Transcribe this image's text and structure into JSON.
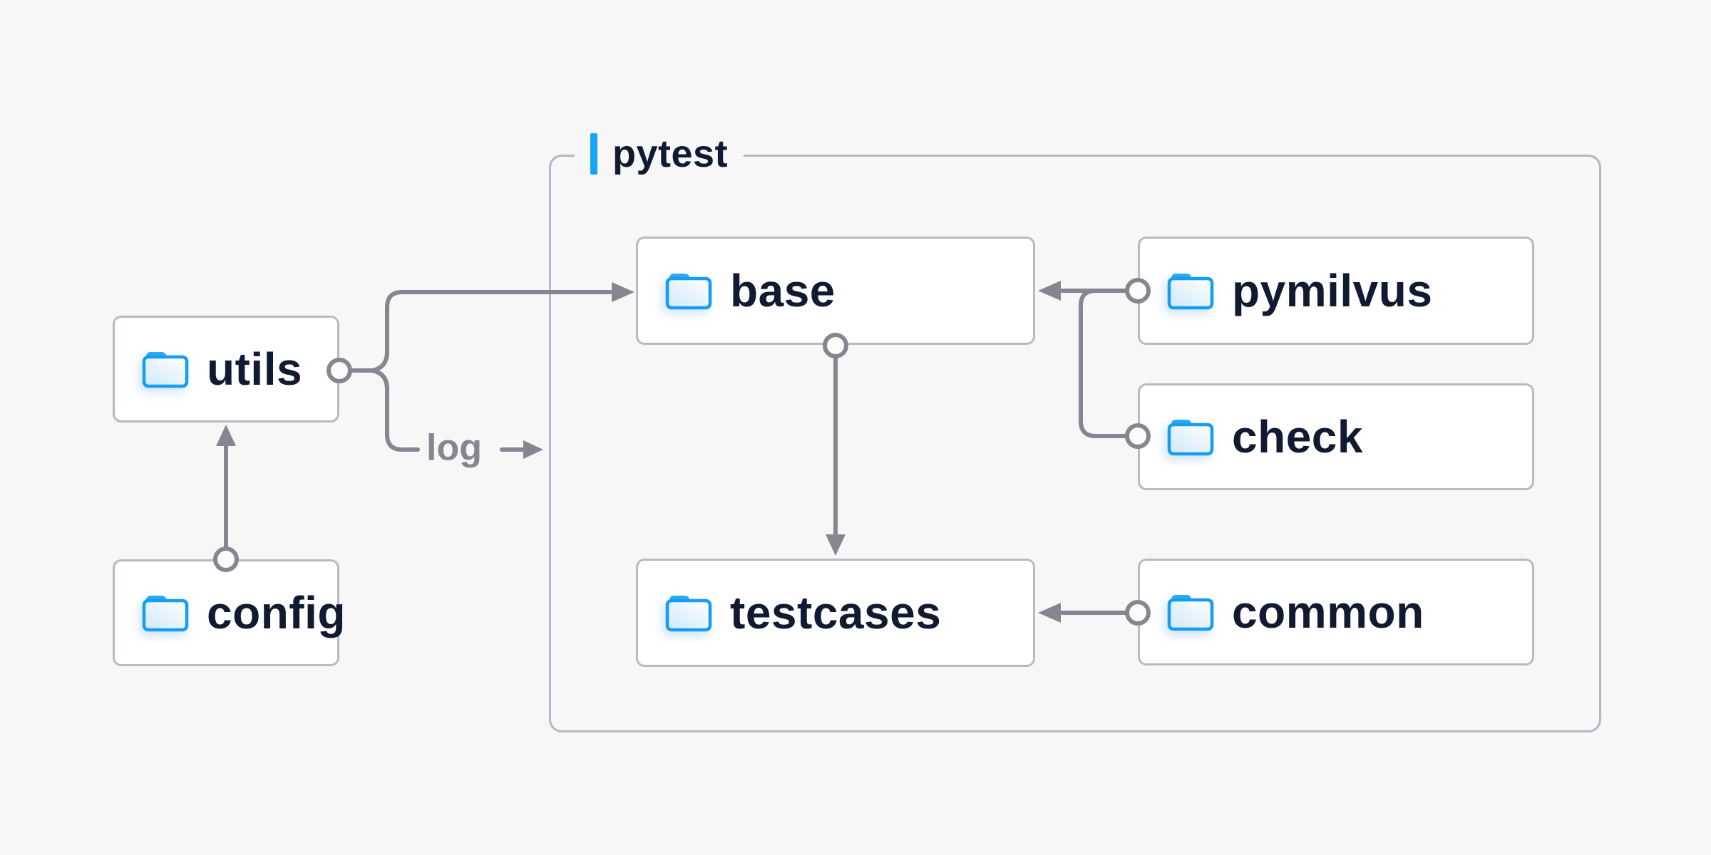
{
  "diagram": {
    "group": {
      "label": "pytest"
    },
    "nodes": {
      "utils": {
        "label": "utils"
      },
      "config": {
        "label": "config"
      },
      "base": {
        "label": "base"
      },
      "pymilvus": {
        "label": "pymilvus"
      },
      "check": {
        "label": "check"
      },
      "testcases": {
        "label": "testcases"
      },
      "common": {
        "label": "common"
      }
    },
    "edges": {
      "log_label": "log"
    },
    "icons": {
      "node_icon": "folder-icon"
    },
    "colors": {
      "background": "#f7f7f8",
      "box_border": "#b7bac3",
      "group_border": "#b5b6c2",
      "line_gray": "#85868f",
      "text_navy": "#101a31",
      "accent_blue": "#14a5f6",
      "folder_blue": "#149df2",
      "folder_tab": "#2da9ef"
    }
  }
}
